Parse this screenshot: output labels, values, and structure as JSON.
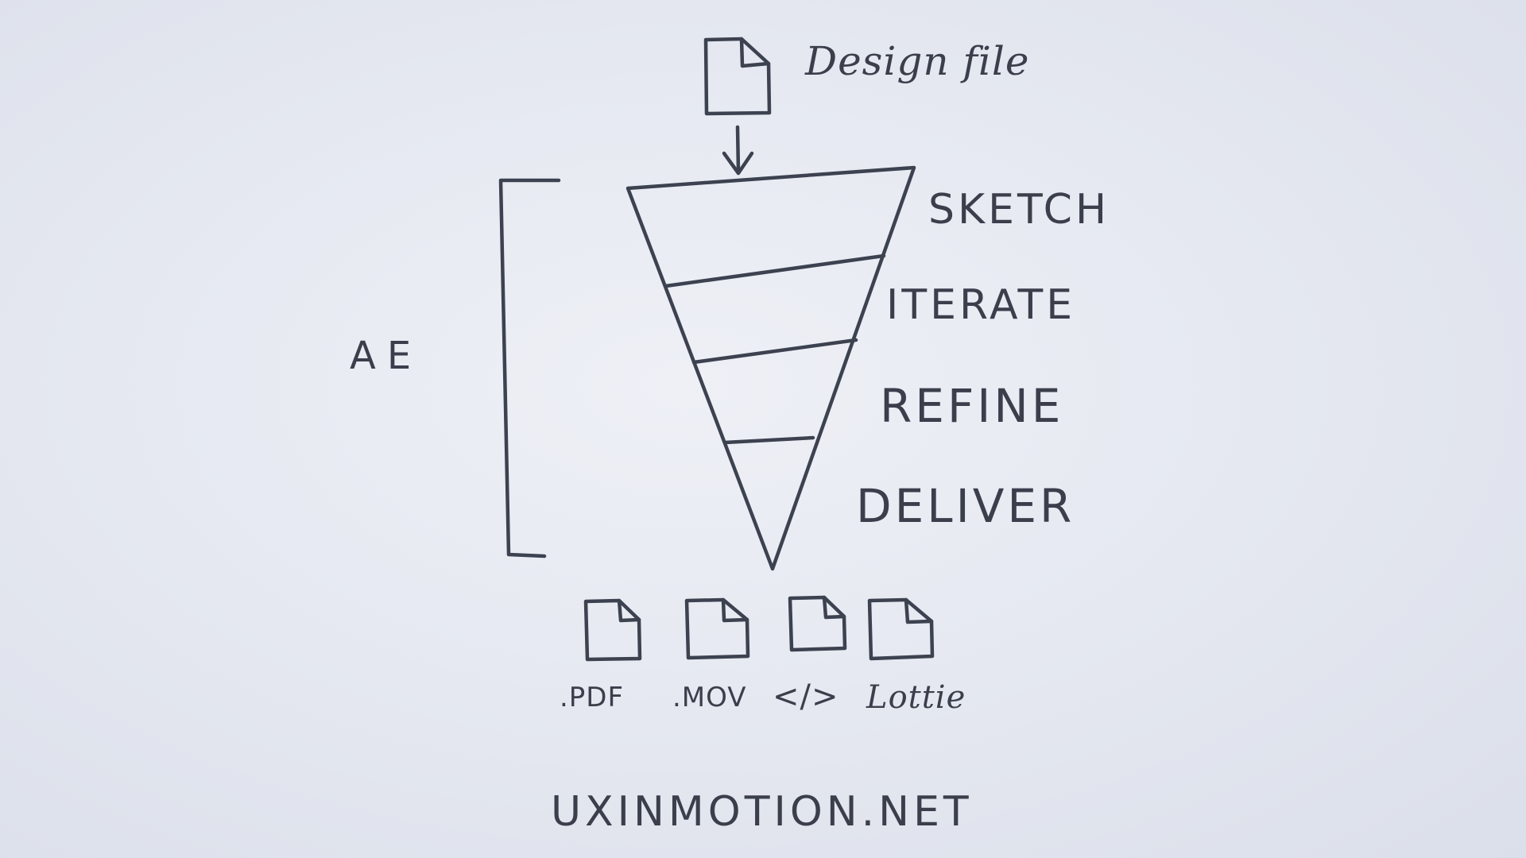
{
  "input": {
    "label": "Design file",
    "icon": "document-icon"
  },
  "tool": {
    "label": "AE"
  },
  "stages": [
    {
      "label": "SKETCH"
    },
    {
      "label": "ITERATE"
    },
    {
      "label": "REFINE"
    },
    {
      "label": "DELIVER"
    }
  ],
  "outputs": [
    {
      "label": ".PDF",
      "icon": "document-icon"
    },
    {
      "label": ".MOV",
      "icon": "document-icon"
    },
    {
      "label": "</>",
      "icon": "document-icon"
    },
    {
      "label": "Lottie",
      "icon": "document-icon"
    }
  ],
  "footer": {
    "label": "UXINMOTION.NET"
  },
  "colors": {
    "paper": "#e6e9f1",
    "ink": "#3d4250"
  }
}
